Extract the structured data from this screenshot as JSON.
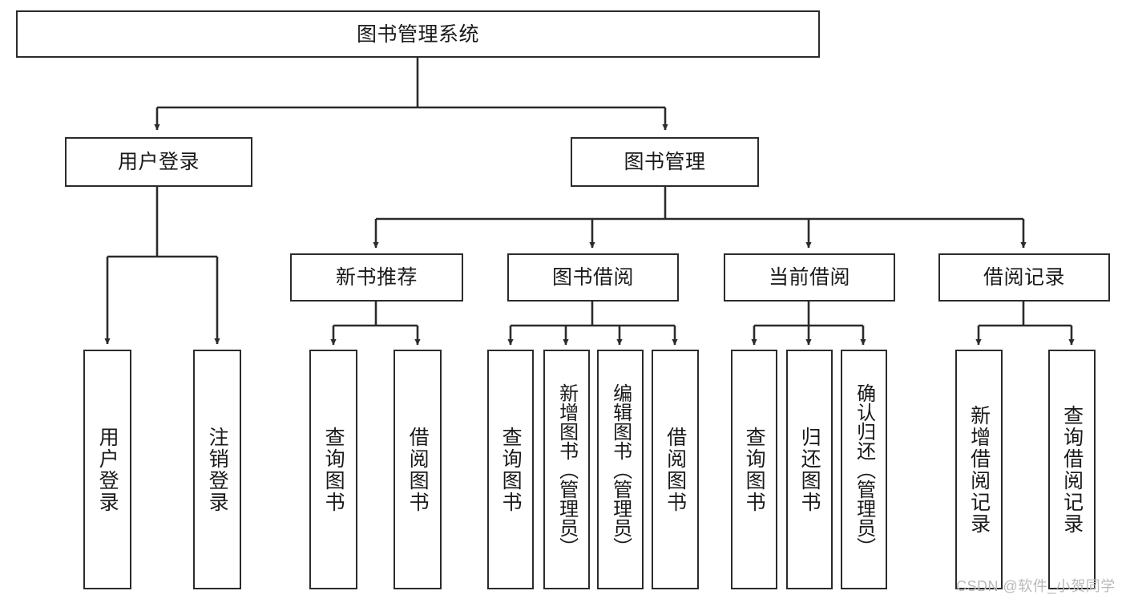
{
  "diagram": {
    "type": "tree-hierarchy",
    "title": "图书管理系统",
    "colors": {
      "stroke": "#2b2b2b",
      "fill": "#ffffff",
      "text": "#1a1a1a",
      "watermark": "#b9b9b9"
    },
    "levels": {
      "root": "图书管理系统",
      "level2": [
        "用户登录",
        "图书管理"
      ],
      "level3": [
        "新书推荐",
        "图书借阅",
        "当前借阅",
        "借阅记录"
      ],
      "leaves": [
        "用户登录",
        "注销登录",
        "查询图书",
        "借阅图书",
        "查询图书",
        "新增图书（管理员）",
        "编辑图书（管理员）",
        "借阅图书",
        "查询图书",
        "归还图书",
        "确认归还（管理员）",
        "新增借阅记录",
        "查询借阅记录"
      ]
    },
    "nodes": {
      "root": {
        "label": "图书管理系统"
      },
      "user_login": {
        "label": "用户登录"
      },
      "book_manage": {
        "label": "图书管理"
      },
      "new_book_rec": {
        "label": "新书推荐"
      },
      "book_borrow": {
        "label": "图书借阅"
      },
      "current_borrow": {
        "label": "当前借阅"
      },
      "borrow_record": {
        "label": "借阅记录"
      },
      "leaf_user_login": {
        "label": "用户登录"
      },
      "leaf_logout": {
        "label": "注销登录"
      },
      "leaf_query_book_1": {
        "label": "查询图书"
      },
      "leaf_borrow_book_1": {
        "label": "借阅图书"
      },
      "leaf_query_book_2": {
        "label": "查询图书"
      },
      "leaf_add_book": {
        "label": "新增图书（管理员）"
      },
      "leaf_edit_book": {
        "label": "编辑图书（管理员）"
      },
      "leaf_borrow_book_2": {
        "label": "借阅图书"
      },
      "leaf_query_book_3": {
        "label": "查询图书"
      },
      "leaf_return_book": {
        "label": "归还图书"
      },
      "leaf_confirm_return": {
        "label": "确认归还（管理员）"
      },
      "leaf_add_record": {
        "label": "新增借阅记录"
      },
      "leaf_query_record": {
        "label": "查询借阅记录"
      }
    },
    "edges": [
      {
        "from": "root",
        "to": "user_login"
      },
      {
        "from": "root",
        "to": "book_manage"
      },
      {
        "from": "user_login",
        "to": "leaf_user_login"
      },
      {
        "from": "user_login",
        "to": "leaf_logout"
      },
      {
        "from": "book_manage",
        "to": "new_book_rec"
      },
      {
        "from": "book_manage",
        "to": "book_borrow"
      },
      {
        "from": "book_manage",
        "to": "current_borrow"
      },
      {
        "from": "book_manage",
        "to": "borrow_record"
      },
      {
        "from": "new_book_rec",
        "to": "leaf_query_book_1"
      },
      {
        "from": "new_book_rec",
        "to": "leaf_borrow_book_1"
      },
      {
        "from": "book_borrow",
        "to": "leaf_query_book_2"
      },
      {
        "from": "book_borrow",
        "to": "leaf_add_book"
      },
      {
        "from": "book_borrow",
        "to": "leaf_edit_book"
      },
      {
        "from": "book_borrow",
        "to": "leaf_borrow_book_2"
      },
      {
        "from": "current_borrow",
        "to": "leaf_query_book_3"
      },
      {
        "from": "current_borrow",
        "to": "leaf_return_book"
      },
      {
        "from": "current_borrow",
        "to": "leaf_confirm_return"
      },
      {
        "from": "borrow_record",
        "to": "leaf_add_record"
      },
      {
        "from": "borrow_record",
        "to": "leaf_query_record"
      }
    ]
  },
  "watermark": {
    "text": "CSDN @软件_小贺同学"
  }
}
